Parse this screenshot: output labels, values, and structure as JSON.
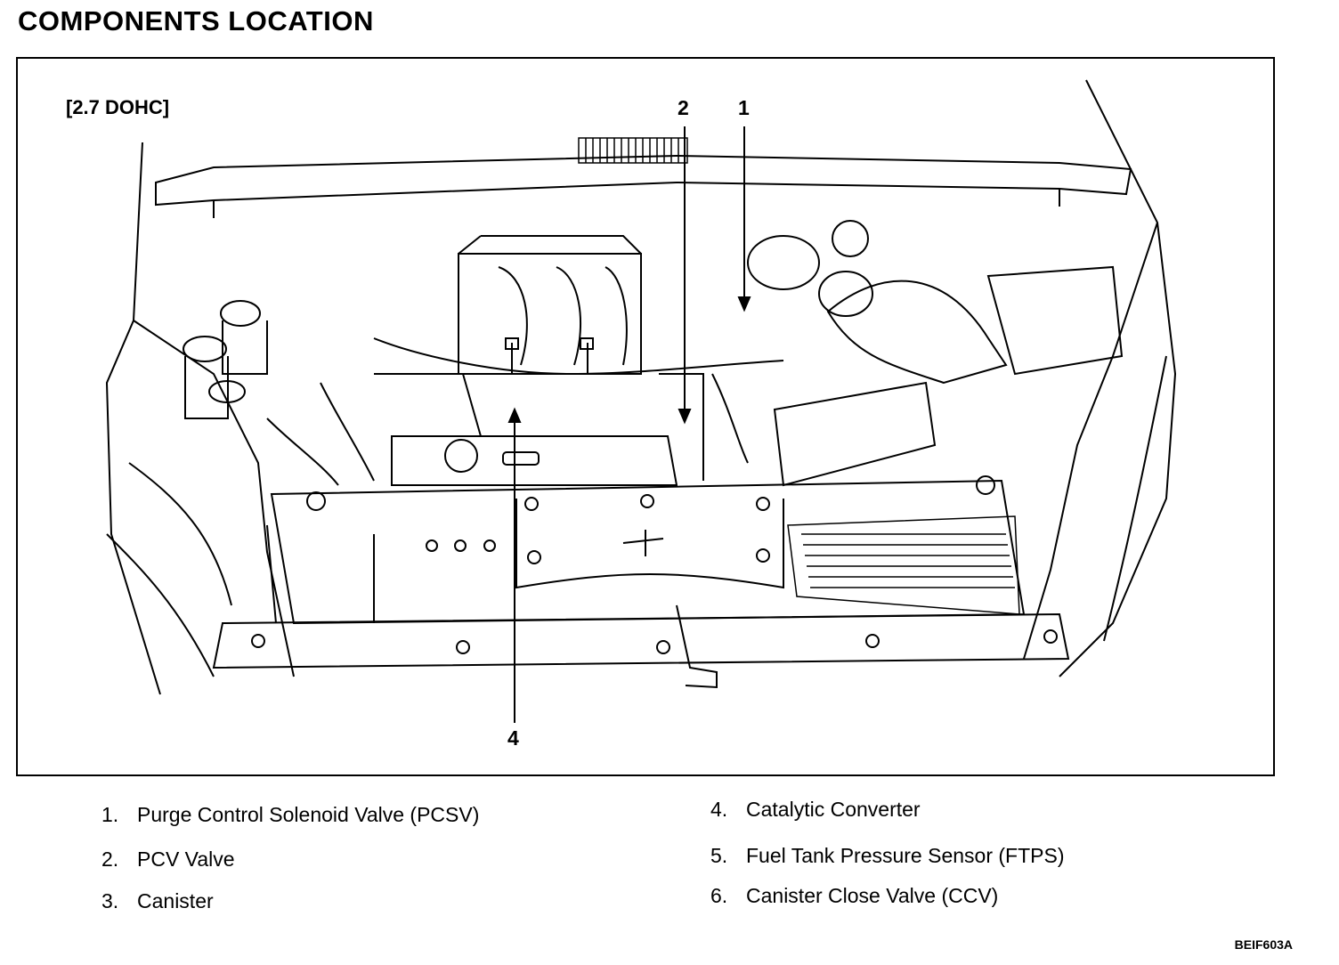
{
  "page": {
    "title": "COMPONENTS  LOCATION",
    "engine_variant": "[2.7 DOHC]",
    "figure_code": "BEIF603A"
  },
  "callouts": [
    {
      "number": "1"
    },
    {
      "number": "2"
    },
    {
      "number": "4"
    }
  ],
  "legend": {
    "items": [
      {
        "number": "1.",
        "label": "Purge Control Solenoid Valve (PCSV)"
      },
      {
        "number": "2.",
        "label": "PCV Valve"
      },
      {
        "number": "3.",
        "label": "Canister"
      },
      {
        "number": "4.",
        "label": "Catalytic Converter"
      },
      {
        "number": "5.",
        "label": "Fuel Tank Pressure Sensor (FTPS)"
      },
      {
        "number": "6.",
        "label": "Canister Close Valve (CCV)"
      }
    ]
  }
}
